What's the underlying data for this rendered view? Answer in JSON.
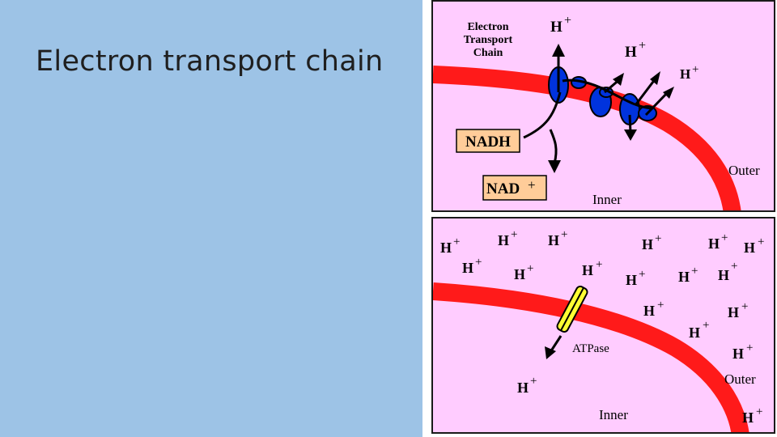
{
  "slide": {
    "title": "Electron transport chain",
    "bg_left": "#9dc3e6",
    "bg_right": "#ffffff"
  },
  "colors": {
    "panel_bg": "#ffccff",
    "membrane": "#ff1a1a",
    "protein": "#0033dd",
    "atpase": "#ffff33",
    "label_box": "#ffcc99"
  },
  "top_panel": {
    "chain_label_1": "Electron",
    "chain_label_2": "Transport",
    "chain_label_3": "Chain",
    "h1": "H",
    "h2": "H",
    "h3": "H",
    "plus": "+",
    "nadh": "NADH",
    "nad": "NAD",
    "outer": "Outer",
    "inner": "Inner"
  },
  "bottom_panel": {
    "h_symbol": "H",
    "plus": "+",
    "atpase": "ATPase",
    "outer": "Outer",
    "inner": "Inner"
  }
}
